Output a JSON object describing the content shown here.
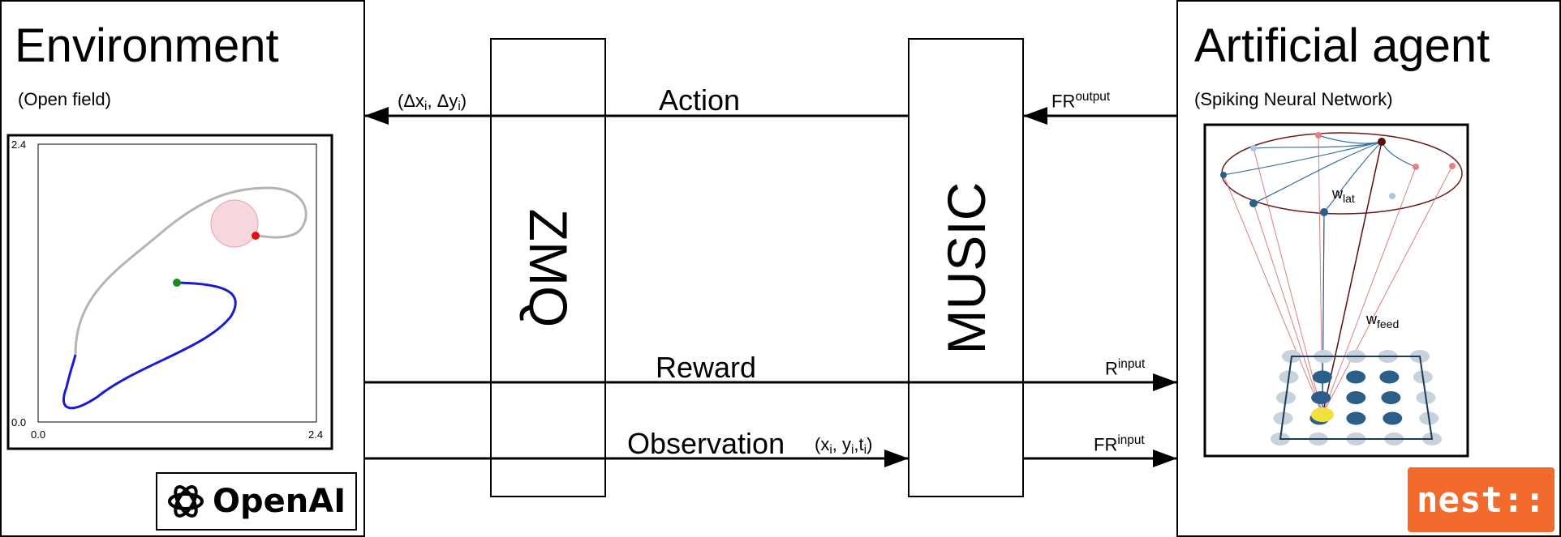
{
  "environment": {
    "title": "Environment",
    "subtitle": "(Open field)",
    "plot": {
      "y_top": "2.4",
      "y_bottom": "0.0",
      "x_left": "0.0",
      "x_right": "2.4"
    },
    "logo_text": "OpenAI"
  },
  "zmq": {
    "label": "ZMQ"
  },
  "music": {
    "label": "MUSIC"
  },
  "agent": {
    "title": "Artificial agent",
    "subtitle": "(Spiking Neural Network)",
    "w_lat": {
      "base": "w",
      "sub": "lat"
    },
    "w_feed": {
      "base": "w",
      "sub": "feed"
    },
    "logo_text": "nest::"
  },
  "flows": {
    "action": "Action",
    "action_vars": {
      "open": "(Δx",
      "i1": "i",
      "mid": ", Δy",
      "i2": "i",
      "close": ")"
    },
    "fr_output": {
      "base": "FR",
      "sup": "output"
    },
    "reward": "Reward",
    "r_input": {
      "base": "R",
      "sup": "input"
    },
    "observation": "Observation",
    "obs_vars": {
      "open": "(x",
      "i1": "i",
      "mid1": ", y",
      "i2": "i",
      "mid2": ",t",
      "i3": "i",
      "close": ")"
    },
    "fr_input": {
      "base": "FR",
      "sup": "input"
    }
  },
  "colors": {
    "trajectory_gray": "#b4b4b4",
    "trajectory_blue": "#1a1ad0",
    "start_point": "#1a8a1a",
    "end_point": "#e01010",
    "goal_zone": "#f4c6d0",
    "nest_orange": "#f26b2c",
    "neuron_blue": "#2a5f8a",
    "neuron_light": "#c8d2da"
  }
}
